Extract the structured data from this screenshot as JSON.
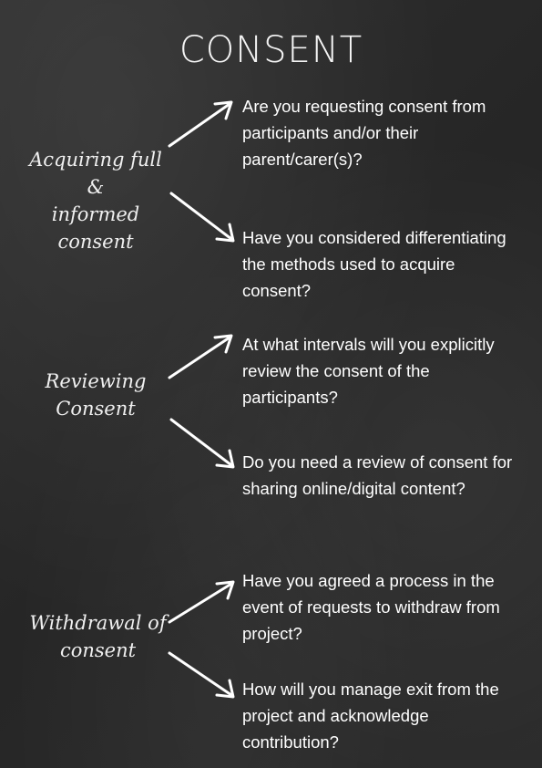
{
  "title": "CONSENT",
  "sections": [
    {
      "label": [
        "Acquiring full &",
        "informed consent"
      ],
      "questions": [
        "Are you requesting consent from participants and/or their parent/carer(s)?",
        "Have you considered differentiating the methods used to acquire consent?"
      ]
    },
    {
      "label": [
        "Reviewing",
        "Consent"
      ],
      "questions": [
        "At what intervals will you explicitly review the consent of the participants?",
        "Do you need a review of consent for sharing online/digital content?"
      ]
    },
    {
      "label": [
        "Withdrawal of",
        "consent"
      ],
      "questions": [
        "Have you agreed a process in the event of requests to withdraw from project?",
        "How will you manage exit from the project and acknowledge contribution?"
      ]
    }
  ]
}
